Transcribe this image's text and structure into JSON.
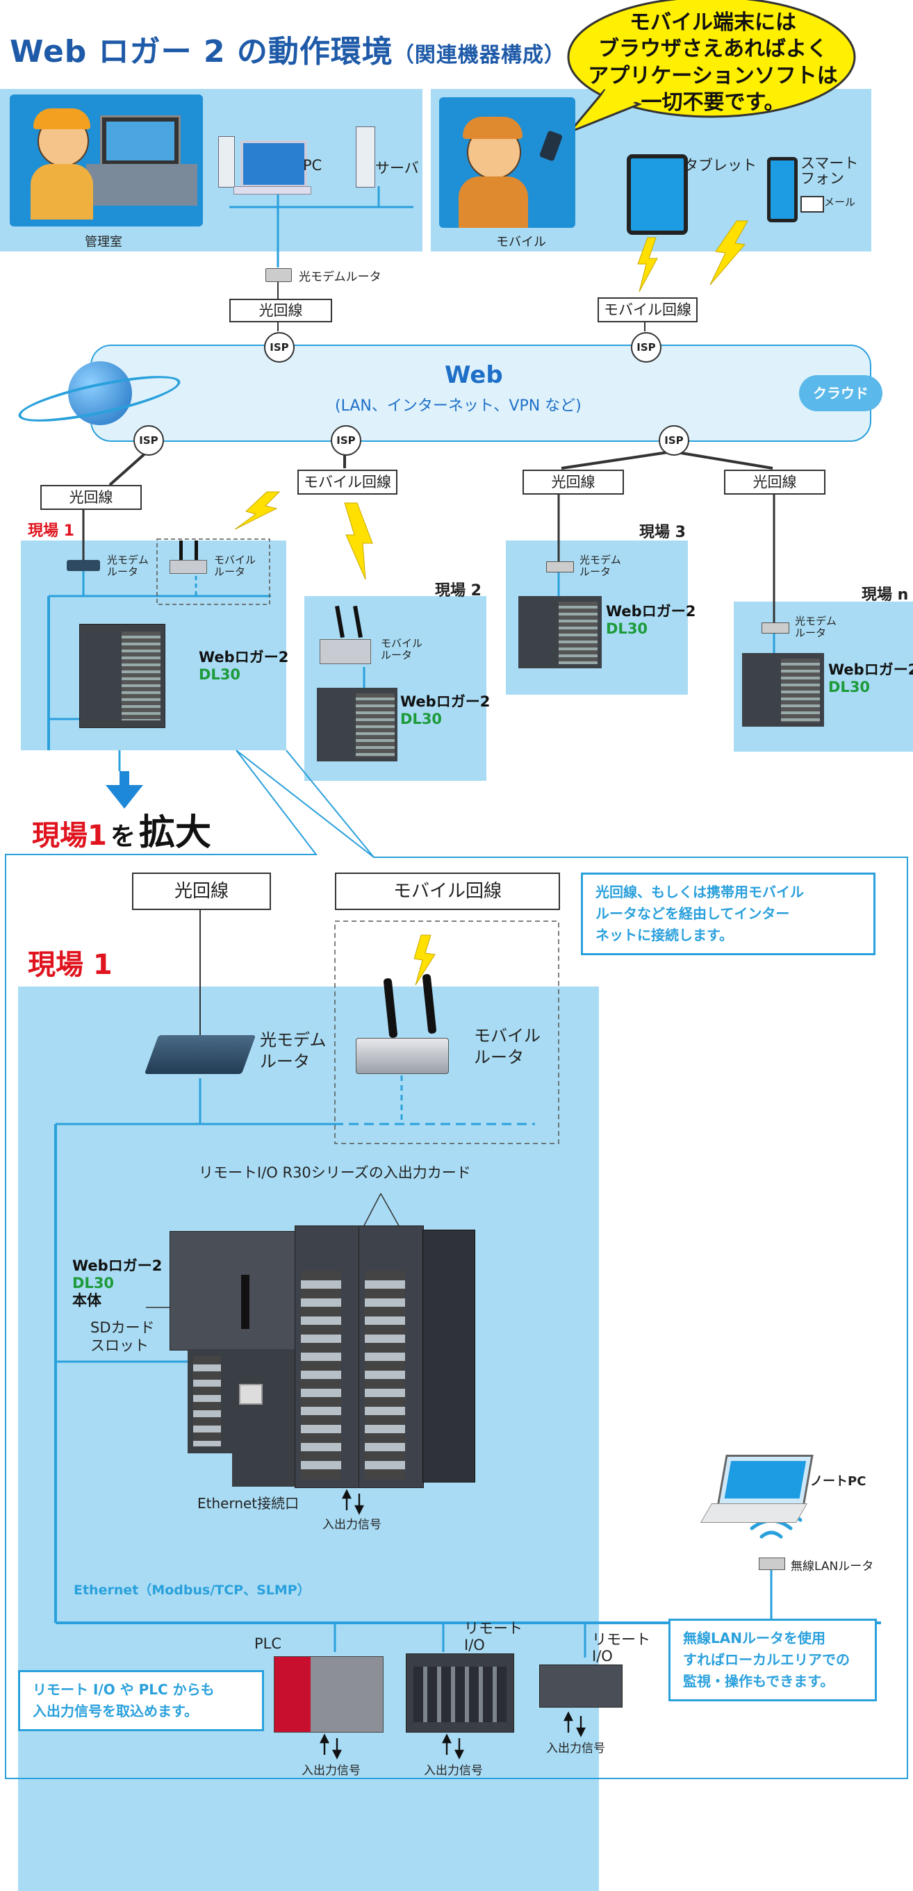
{
  "title": {
    "main": "Web ロガー 2 の動作環境",
    "sub": "（関連機器構成）"
  },
  "balloon": {
    "lines": [
      "モバイル端末には",
      "ブラウザさえあればよく",
      "アプリケーションソフトは",
      "一切不要です。"
    ]
  },
  "top_panels": {
    "control_room": "管理室",
    "pc": "PC",
    "server": "サーバ",
    "mobile": "モバイル",
    "tablet": "タブレット",
    "smartphone": [
      "スマート",
      "フォン"
    ],
    "mail": "メール"
  },
  "network": {
    "optical_modem_router": "光モデムルータ",
    "optical_line": "光回線",
    "mobile_line": "モバイル回線",
    "isp": "ISP",
    "web_title": "Web",
    "web_sub": "(LAN、インターネット、VPN など)",
    "cloud": "クラウド"
  },
  "sites": {
    "site1": "現場 1",
    "site2": "現場 2",
    "site3": "現場 3",
    "siten": "現場 n",
    "modem_router": [
      "光モデム",
      "ルータ"
    ],
    "mobile_router": [
      "モバイル",
      "ルータ"
    ],
    "logger_name": "Webロガー2",
    "logger_model": "DL30"
  },
  "zoom": {
    "heading_a": "現場1",
    "heading_b": "を",
    "heading_c": "拡大",
    "optical_line": "光回線",
    "mobile_line": "モバイル回線",
    "site1": "現場 1",
    "note_top": [
      "光回線、もしくは携帯用モバイル",
      "ルータなどを経由してインター",
      "ネットに接続します。"
    ],
    "modem_router": [
      "光モデム",
      "ルータ"
    ],
    "mobile_router": [
      "モバイル",
      "ルータ"
    ],
    "io_cards": "リモートI/O R30シリーズの入出力カード",
    "logger_name": "Webロガー2",
    "logger_model": "DL30",
    "logger_body": "本体",
    "sd_slot": [
      "SDカード",
      "スロット"
    ],
    "ethernet_port": "Ethernet接続口",
    "io_signal": "入出力信号",
    "notebook": "ノートPC",
    "wireless_router": "無線LANルータ",
    "ethernet": "Ethernet（Modbus/TCP、SLMP）",
    "plc": "PLC",
    "remote_io": [
      "リモート",
      "I/O"
    ],
    "note_left": [
      "リモート I/O や PLC からも",
      "入出力信号を取込めます。"
    ],
    "note_right": [
      "無線LANルータを使用",
      "すればローカルエリアでの",
      "監視・操作もできます。"
    ]
  },
  "colors": {
    "panel": "#a9dcf4",
    "title": "#1e5aa8",
    "line": "#2aa0dc",
    "red": "#e0141e",
    "green": "#1d9a3a",
    "balloon": "#ffef00"
  }
}
